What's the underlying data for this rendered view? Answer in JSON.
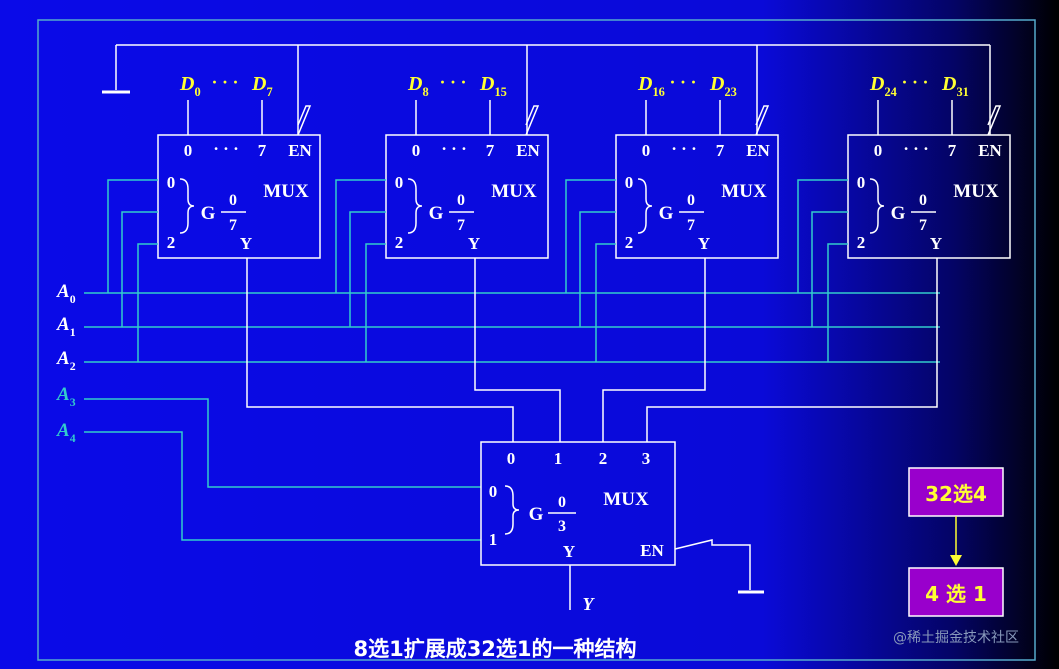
{
  "diagram": {
    "caption": "8选1扩展成32选1的一种结构",
    "watermark": "@稀土掘金技术社区",
    "colors": {
      "bg_left": "#0a0ae8",
      "bg_right": "#000000",
      "wire": "#33cccc",
      "wire_white": "#ffffff",
      "data_label": "#ffff33",
      "box_fill": "#9900cc",
      "box_text": "#ffff33",
      "text": "#ffffff"
    },
    "mux_blocks": [
      {
        "data_first_label": "D",
        "data_first_sub": "0",
        "dots": "· · ·",
        "data_last_label": "D",
        "data_last_sub": "7",
        "in0": "0",
        "in_dots": "· · ·",
        "in7": "7",
        "en": "EN",
        "name": "MUX",
        "sel0": "0",
        "sel2": "2",
        "g": "G",
        "g_num": "0",
        "g_den": "7",
        "out": "Y"
      },
      {
        "data_first_label": "D",
        "data_first_sub": "8",
        "dots": "· · ·",
        "data_last_label": "D",
        "data_last_sub": "15",
        "in0": "0",
        "in_dots": "· · ·",
        "in7": "7",
        "en": "EN",
        "name": "MUX",
        "sel0": "0",
        "sel2": "2",
        "g": "G",
        "g_num": "0",
        "g_den": "7",
        "out": "Y"
      },
      {
        "data_first_label": "D",
        "data_first_sub": "16",
        "dots": "· · ·",
        "data_last_label": "D",
        "data_last_sub": "23",
        "in0": "0",
        "in_dots": "· · ·",
        "in7": "7",
        "en": "EN",
        "name": "MUX",
        "sel0": "0",
        "sel2": "2",
        "g": "G",
        "g_num": "0",
        "g_den": "7",
        "out": "Y"
      },
      {
        "data_first_label": "D",
        "data_first_sub": "24",
        "dots": "· · ·",
        "data_last_label": "D",
        "data_last_sub": "31",
        "in0": "0",
        "in_dots": "· · ·",
        "in7": "7",
        "en": "EN",
        "name": "MUX",
        "sel0": "0",
        "sel2": "2",
        "g": "G",
        "g_num": "0",
        "g_den": "7",
        "out": "Y"
      }
    ],
    "address_lines": [
      {
        "label": "A",
        "sub": "0"
      },
      {
        "label": "A",
        "sub": "1"
      },
      {
        "label": "A",
        "sub": "2"
      },
      {
        "label": "A",
        "sub": "3"
      },
      {
        "label": "A",
        "sub": "4"
      }
    ],
    "final_mux": {
      "in0": "0",
      "in1": "1",
      "in2": "2",
      "in3": "3",
      "name": "MUX",
      "sel0": "0",
      "sel1": "1",
      "g": "G",
      "g_num": "0",
      "g_den": "3",
      "out": "Y",
      "en": "EN",
      "output_label": "Y"
    },
    "flow": {
      "top": "32选4",
      "bottom": "4 选 1"
    }
  }
}
